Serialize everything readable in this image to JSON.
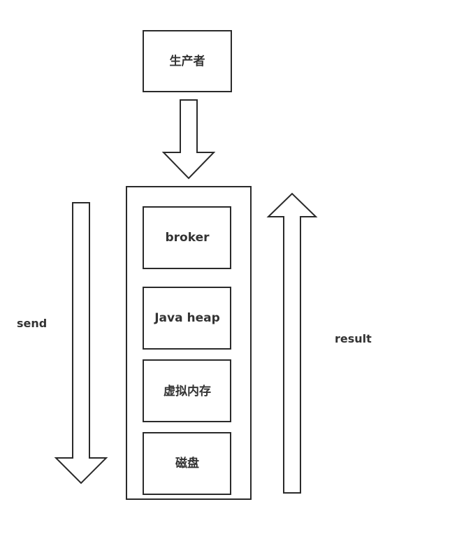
{
  "producer": {
    "label": "生产者"
  },
  "stack": {
    "layers": [
      {
        "id": "broker",
        "label": "broker"
      },
      {
        "id": "java-heap",
        "label": "Java heap"
      },
      {
        "id": "virtual-memory",
        "label": "虚拟内存"
      },
      {
        "id": "disk",
        "label": "磁盘"
      }
    ]
  },
  "send_label": "send",
  "result_label": "result",
  "colors": {
    "stroke": "#2a2a2a",
    "text": "#333333",
    "background": "#ffffff"
  }
}
